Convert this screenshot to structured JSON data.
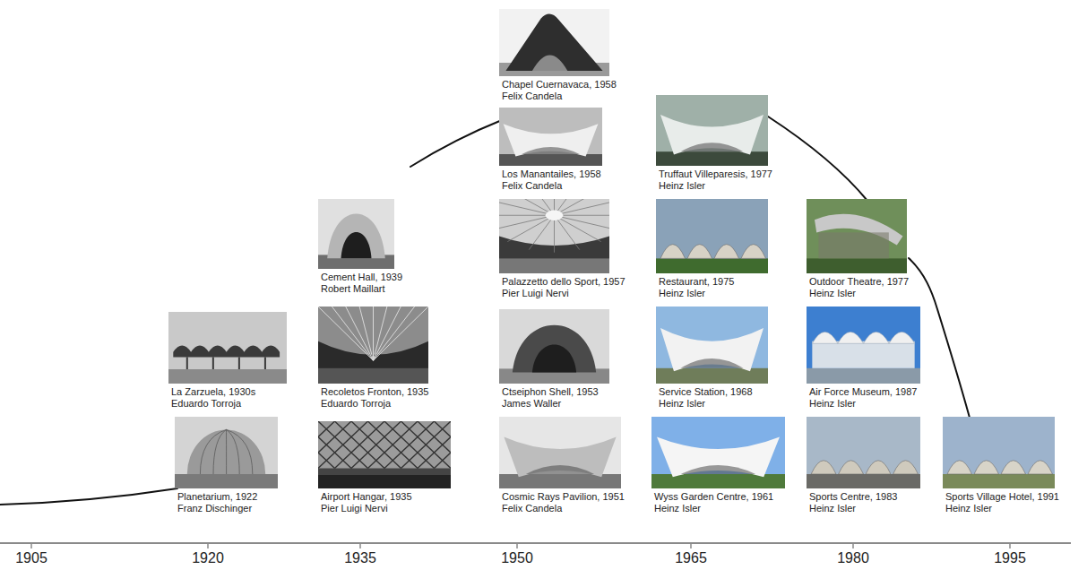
{
  "diagram": {
    "nodes": [
      {
        "text": [
          "La Zarzuela, 1930s",
          "Eduardo Torroja"
        ]
      },
      {
        "text": [
          "Planetarium, 1922",
          "Franz Dischinger"
        ]
      },
      {
        "text": [
          "Cement Hall, 1939",
          "Robert Maillart"
        ]
      },
      {
        "text": [
          "Recoletos Fronton, 1935",
          "Eduardo Torroja"
        ]
      },
      {
        "text": [
          "Airport Hangar, 1935",
          "Pier Luigi Nervi"
        ]
      },
      {
        "text": [
          "Chapel Cuernavaca, 1958",
          "Felix Candela"
        ]
      },
      {
        "text": [
          "Los Manantailes, 1958",
          "Felix Candela"
        ]
      },
      {
        "text": [
          "Palazzetto dello Sport, 1957",
          "Pier Luigi Nervi"
        ]
      },
      {
        "text": [
          "Ctseiphon Shell, 1953",
          "James Waller"
        ]
      },
      {
        "text": [
          "Cosmic Rays Pavilion, 1951",
          "Felix Candela"
        ]
      },
      {
        "text": [
          "Truffaut Villeparesis, 1977",
          "Heinz Isler"
        ]
      },
      {
        "text": [
          "Restaurant, 1975",
          "Heinz Isler"
        ]
      },
      {
        "text": [
          "Service Station, 1968",
          "Heinz Isler"
        ]
      },
      {
        "text": [
          "Wyss Garden Centre, 1961",
          "Heinz Isler"
        ]
      },
      {
        "text": [
          "Outdoor Theatre, 1977",
          "Heinz Isler"
        ]
      },
      {
        "text": [
          "Air Force Museum, 1987",
          "Heinz Isler"
        ]
      },
      {
        "text": [
          "Sports Centre, 1983",
          "Heinz Isler"
        ]
      },
      {
        "text": [
          "Sports Village Hotel, 1991",
          "Heinz Isler"
        ]
      }
    ],
    "labels": [
      "1905",
      "1920",
      "1935",
      "1950",
      "1965",
      "1980",
      "1995"
    ]
  }
}
